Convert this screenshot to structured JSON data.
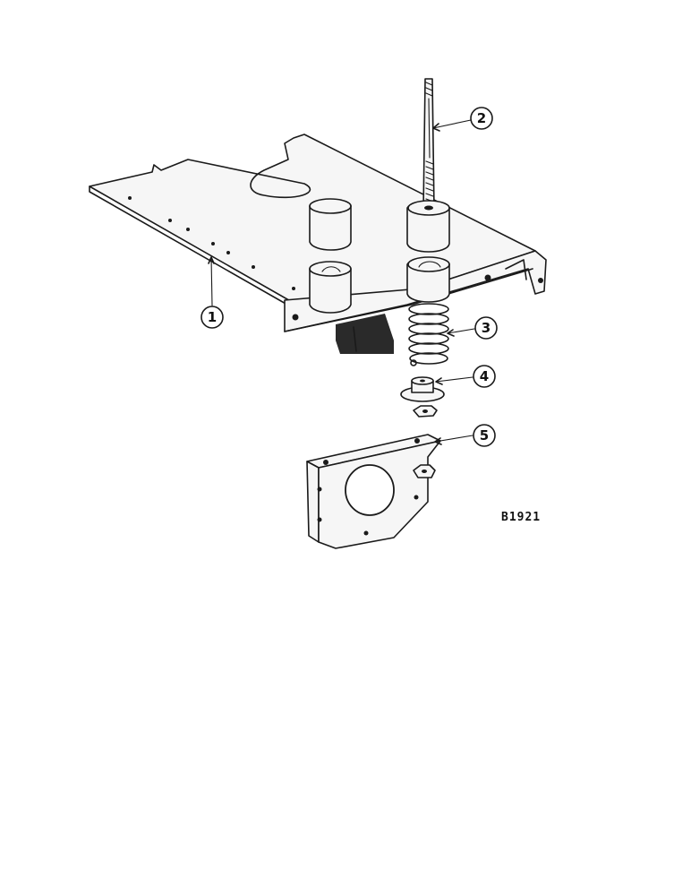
{
  "callouts": [
    {
      "label": "1"
    },
    {
      "label": "2"
    },
    {
      "label": "3"
    },
    {
      "label": "4"
    },
    {
      "label": "5"
    }
  ],
  "drawing_code": "B1921"
}
